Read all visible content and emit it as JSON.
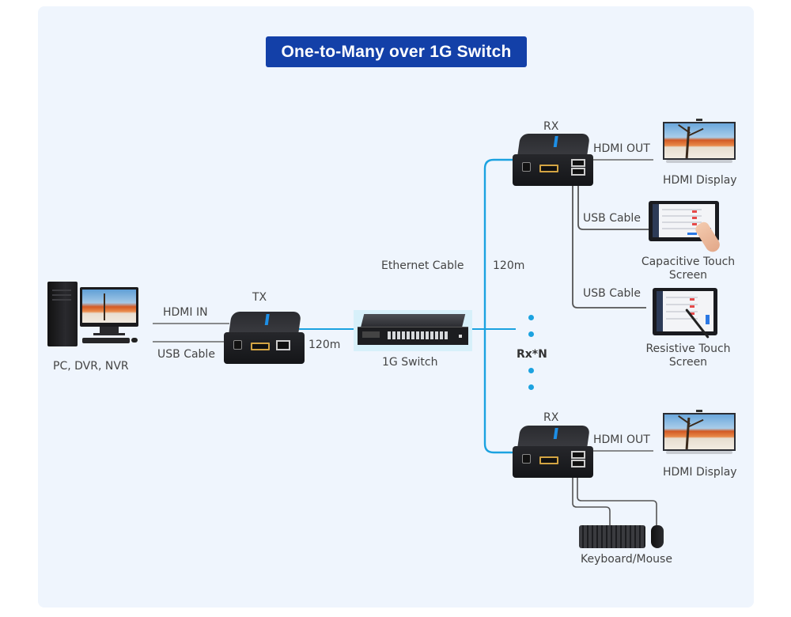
{
  "title": "One-to-Many over 1G Switch",
  "colors": {
    "panel_bg": "#eff5fd",
    "title_bg": "#1340a8",
    "ethernet_line": "#1ba2e0",
    "cable_line": "#555555",
    "text": "#444444"
  },
  "source": {
    "label": "PC, DVR, NVR",
    "hdmi_in_label": "HDMI  IN",
    "usb_cable_label": "USB Cable"
  },
  "tx": {
    "label": "TX",
    "distance_label": "120m"
  },
  "switch": {
    "label": "1G Switch"
  },
  "ethernet": {
    "label": "Ethernet Cable",
    "distance_label": "120m"
  },
  "rx_n_label": "Rx*N",
  "rx_top": {
    "label": "RX",
    "hdmi_out_label": "HDMI  OUT",
    "display_label": "HDMI  Display",
    "usb_cable_1_label": "USB Cable",
    "capacitive_label_line1": "Capacitive Touch",
    "capacitive_label_line2": "Screen",
    "usb_cable_2_label": "USB Cable",
    "resistive_label_line1": "Resistive Touch",
    "resistive_label_line2": "Screen"
  },
  "rx_bottom": {
    "label": "RX",
    "hdmi_out_label": "HDMI  OUT",
    "display_label": "HDMI  Display",
    "peripherals_label": "Keyboard/Mouse"
  }
}
